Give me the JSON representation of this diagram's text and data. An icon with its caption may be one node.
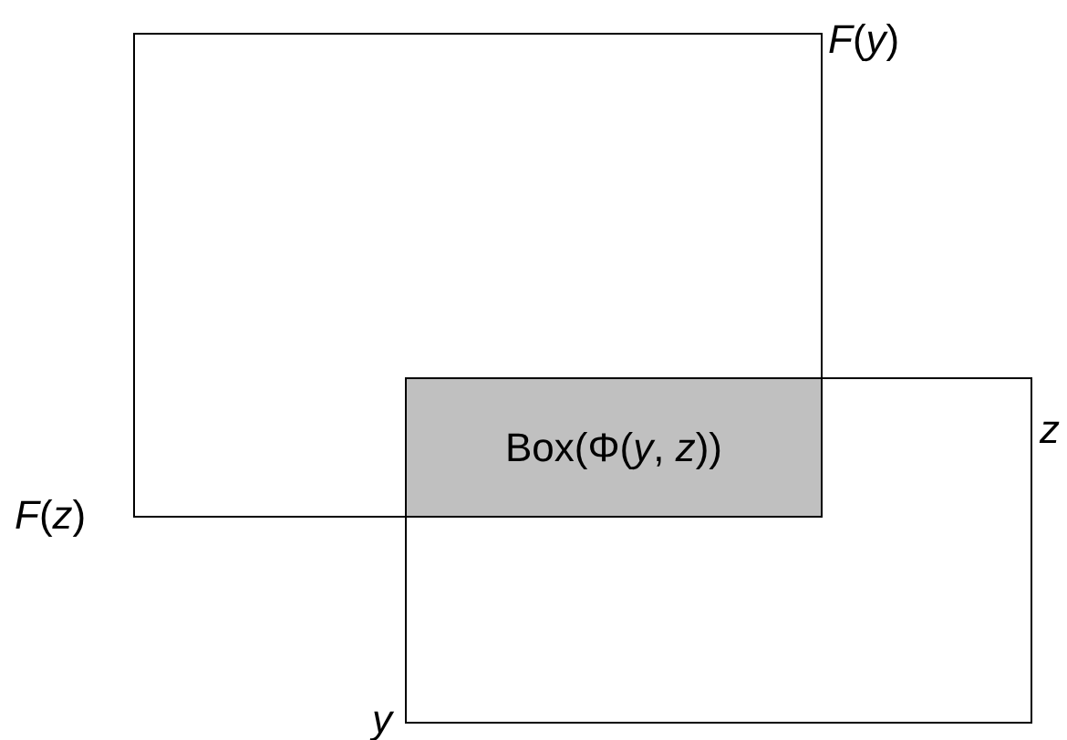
{
  "diagram": {
    "nodes": [
      {
        "text": [],
        "shape": "box",
        "beside": [
          "*F*(*y*)",
          "*F*(*z*)"
        ]
      },
      {
        "text": [],
        "shape": "box",
        "beside": [
          "*z*",
          "*y*"
        ]
      },
      {
        "text": [
          "Box(Φ(*y*, *z*))"
        ]
      }
    ]
  }
}
